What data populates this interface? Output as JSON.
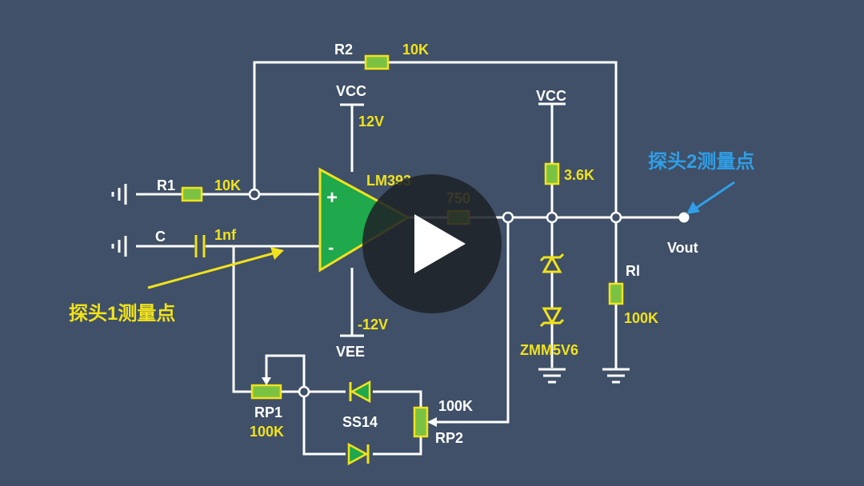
{
  "labels": {
    "r2": "R2",
    "r2_val": "10K",
    "vcc_top": "VCC",
    "v12": "12V",
    "chip": "LM393",
    "r1": "R1",
    "r1_val": "10K",
    "c": "C",
    "c_val": "1nf",
    "plus": "+",
    "minus": "-",
    "r750": "750",
    "vcc_right": "VCC",
    "r36": "3.6K",
    "probe2": "探头2测量点",
    "vout": "Vout",
    "rl": "Rl",
    "rl_val": "100K",
    "probe1": "探头1测量点",
    "vneg12": "-12V",
    "vee": "VEE",
    "zener": "ZMM5V6",
    "rp1": "RP1",
    "rp1_val": "100K",
    "ss14": "SS14",
    "rp2_val": "100K",
    "rp2": "RP2"
  },
  "colors": {
    "background": "#3f5068",
    "wire": "#ffffff",
    "component_fill": "#7cc242",
    "component_outline": "#f2e21b",
    "label_yellow": "#f2e21b",
    "label_blue": "#2f9fe8",
    "play_button": "#1f2227"
  },
  "overlay": {
    "icon": "play-icon"
  }
}
